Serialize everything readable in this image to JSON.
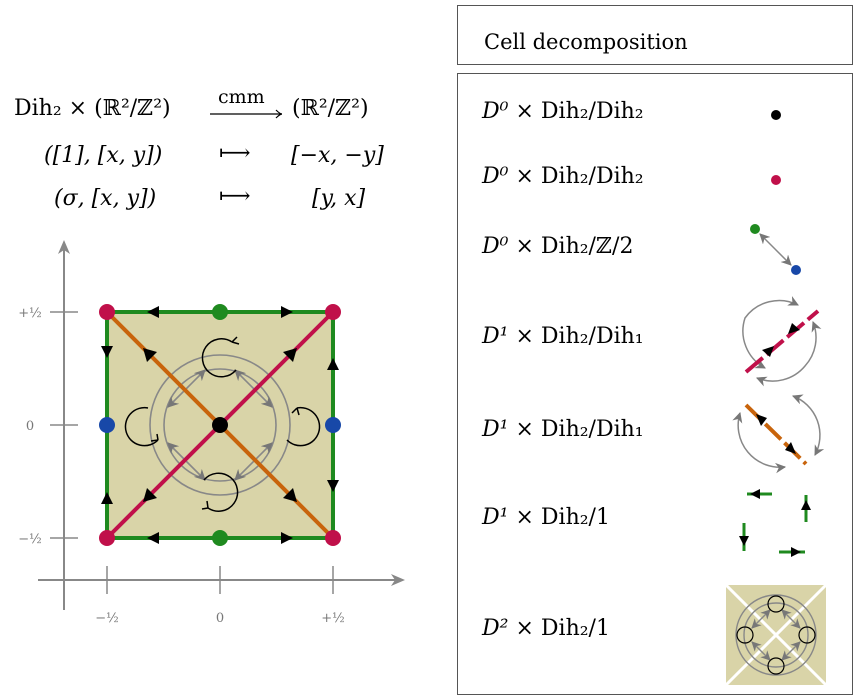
{
  "map": {
    "lhs": "Dih₂ × (ℝ²/ℤ²)",
    "arrow_label": "cmm",
    "rhs": "(ℝ²/ℤ²)",
    "rows": [
      {
        "input": "([1], [x, y])",
        "maps_to": "⟼",
        "output": "[−x, −y]"
      },
      {
        "input": "(σ, [x, y])",
        "maps_to": "⟼",
        "output": "[y, x]"
      }
    ]
  },
  "axes": {
    "x_ticks": [
      "−½",
      "0",
      "+½"
    ],
    "y_ticks": [
      "+½",
      "0",
      "−½"
    ]
  },
  "panel": {
    "title": "Cell decomposition",
    "rows": [
      {
        "cell": "D⁰",
        "group": "Dih₂/Dih₂",
        "icon": "black-dot-icon"
      },
      {
        "cell": "D⁰",
        "group": "Dih₂/Dih₂",
        "icon": "red-dot-icon"
      },
      {
        "cell": "D⁰",
        "group": "Dih₂/ℤ/2",
        "icon": "green-blue-dot-pair-icon"
      },
      {
        "cell": "D¹",
        "group": "Dih₂/Dih₁",
        "icon": "red-segment-orbit-icon"
      },
      {
        "cell": "D¹",
        "group": "Dih₂/Dih₁",
        "icon": "orange-segment-orbit-icon"
      },
      {
        "cell": "D¹",
        "group": "Dih₂/1",
        "icon": "green-edge-orbit-icon"
      },
      {
        "cell": "D²",
        "group": "Dih₂/1",
        "icon": "square-face-orbit-icon"
      }
    ]
  },
  "colors": {
    "face": "#d9d4a8",
    "green": "#1f8a1f",
    "crimson": "#c0104a",
    "orange": "#c8640c",
    "blue": "#1848a8",
    "gray": "#888888"
  }
}
